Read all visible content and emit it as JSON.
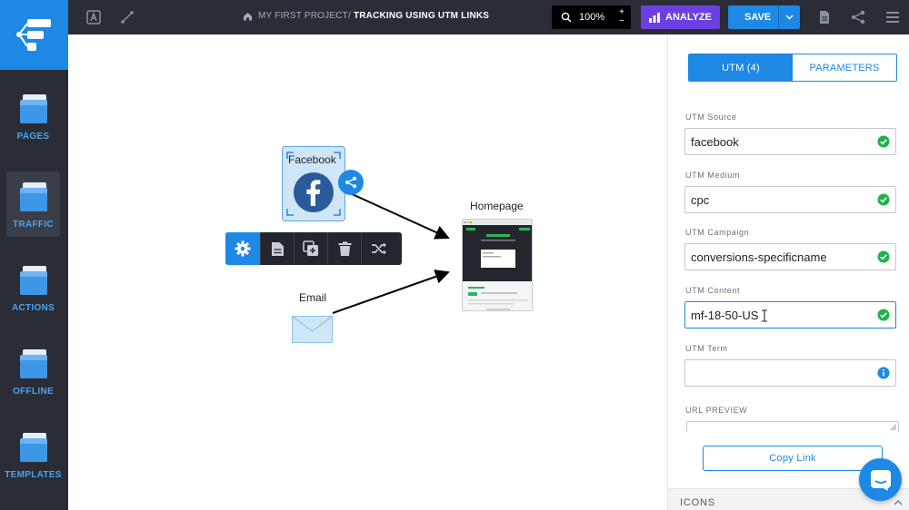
{
  "sidebar": {
    "items": [
      {
        "label": "PAGES"
      },
      {
        "label": "TRAFFIC"
      },
      {
        "label": "ACTIONS"
      },
      {
        "label": "OFFLINE"
      },
      {
        "label": "TEMPLATES"
      }
    ]
  },
  "topbar": {
    "breadcrumb_project": "MY FIRST PROJECT/",
    "breadcrumb_page": "TRACKING USING UTM LINKS",
    "zoom": "100%",
    "zoom_plus": "+",
    "zoom_minus": "−",
    "analyze_label": "ANALYZE",
    "save_label": "SAVE"
  },
  "canvas": {
    "nodes": {
      "facebook": "Facebook",
      "homepage": "Homepage",
      "email": "Email"
    }
  },
  "panel": {
    "tabs": [
      {
        "label": "UTM (4)"
      },
      {
        "label": "PARAMETERS"
      }
    ],
    "fields": [
      {
        "label": "UTM Source",
        "value": "facebook"
      },
      {
        "label": "UTM Medium",
        "value": "cpc"
      },
      {
        "label": "UTM Campaign",
        "value": "conversions-specificname"
      },
      {
        "label": "UTM Content",
        "value": "mf-18-50-US"
      },
      {
        "label": "UTM Term",
        "value": ""
      }
    ],
    "url_preview_label": "URL PREVIEW",
    "copy_label": "Copy Link",
    "icons_section": "ICONS"
  },
  "colors": {
    "accent": "#1e88e5",
    "analyze": "#6b3fe0",
    "sidebar": "#2a2d35",
    "valid": "#22b14c"
  }
}
